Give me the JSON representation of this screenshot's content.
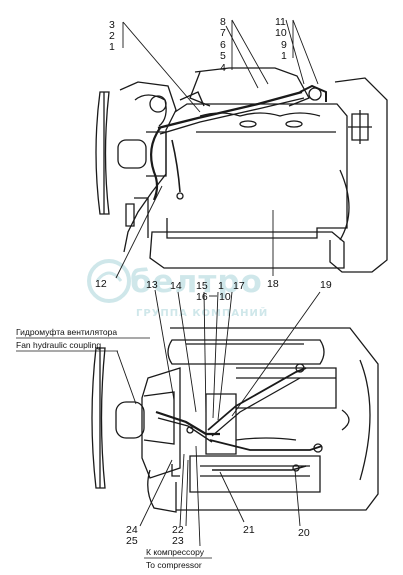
{
  "callouts": {
    "n1a": "1",
    "n2": "2",
    "n3": "3",
    "n4": "4",
    "n5": "5",
    "n6": "6",
    "n7": "7",
    "n8": "8",
    "n9": "9",
    "n10a": "10",
    "n11": "11",
    "n12": "12",
    "n13": "13",
    "n14": "14",
    "n15": "15",
    "n1b": "1",
    "n17": "17",
    "n16": "16",
    "n10b": "10",
    "n18": "18",
    "n19": "19",
    "n20": "20",
    "n21": "21",
    "n22": "22",
    "n23": "23",
    "n24": "24",
    "n25": "25"
  },
  "captions": {
    "fan_ru": "Гидромуфта вентилятора",
    "fan_en": "Fan hydraulic coupling",
    "comp_ru": "К компрессору",
    "comp_en": "To compressor"
  },
  "watermark": {
    "brand": "белтро",
    "subtitle": "ГРУППА КОМПАНИЙ"
  },
  "colors": {
    "ink": "#1a1a1a",
    "watermark": "#cfe7ea"
  }
}
